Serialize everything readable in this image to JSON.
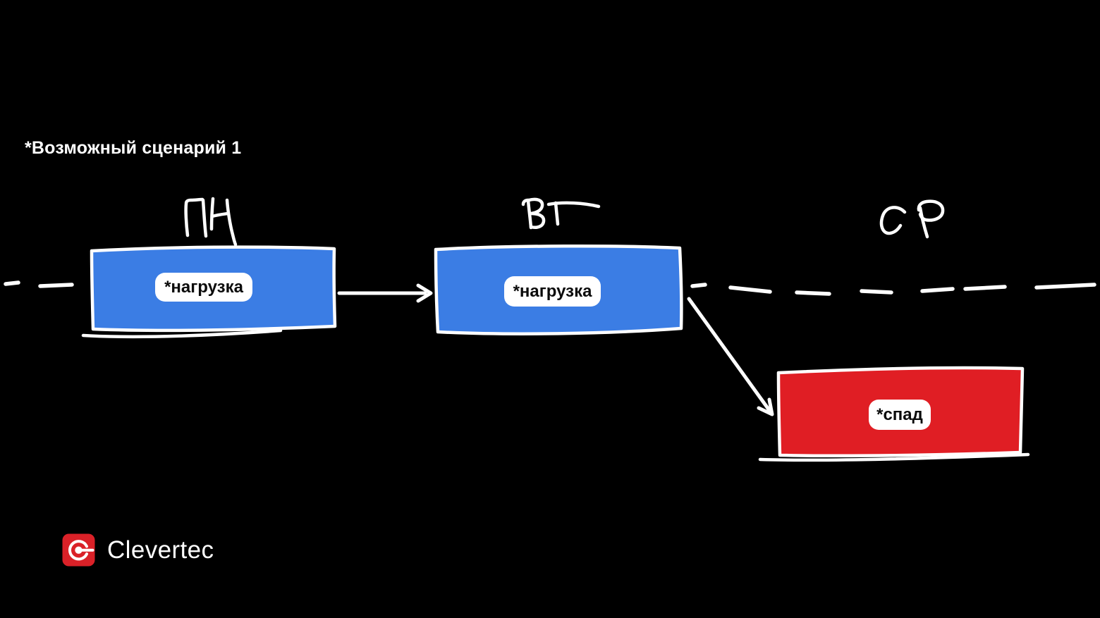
{
  "slide": {
    "title": "*Возможный сценарий 1",
    "background_color": "#000000",
    "ink_color": "#ffffff"
  },
  "timeline": {
    "columns": [
      {
        "label": "ПН"
      },
      {
        "label": "ВТ"
      },
      {
        "label": "СР"
      }
    ]
  },
  "nodes": [
    {
      "label": "*нагрузка",
      "color": "#3b7de4",
      "column": "ПН"
    },
    {
      "label": "*нагрузка",
      "color": "#3b7de4",
      "column": "ВТ"
    },
    {
      "label": "*спад",
      "color": "#e01e24",
      "column": "СР"
    }
  ],
  "edges": [
    {
      "from": "ПН *нагрузка",
      "to": "ВТ *нагрузка",
      "type": "arrow"
    },
    {
      "from": "ВТ *нагрузка",
      "to": "СР *спад",
      "type": "arrow"
    }
  ],
  "branding": {
    "logo_text": "Clevertec",
    "logo_color": "#da2128"
  }
}
